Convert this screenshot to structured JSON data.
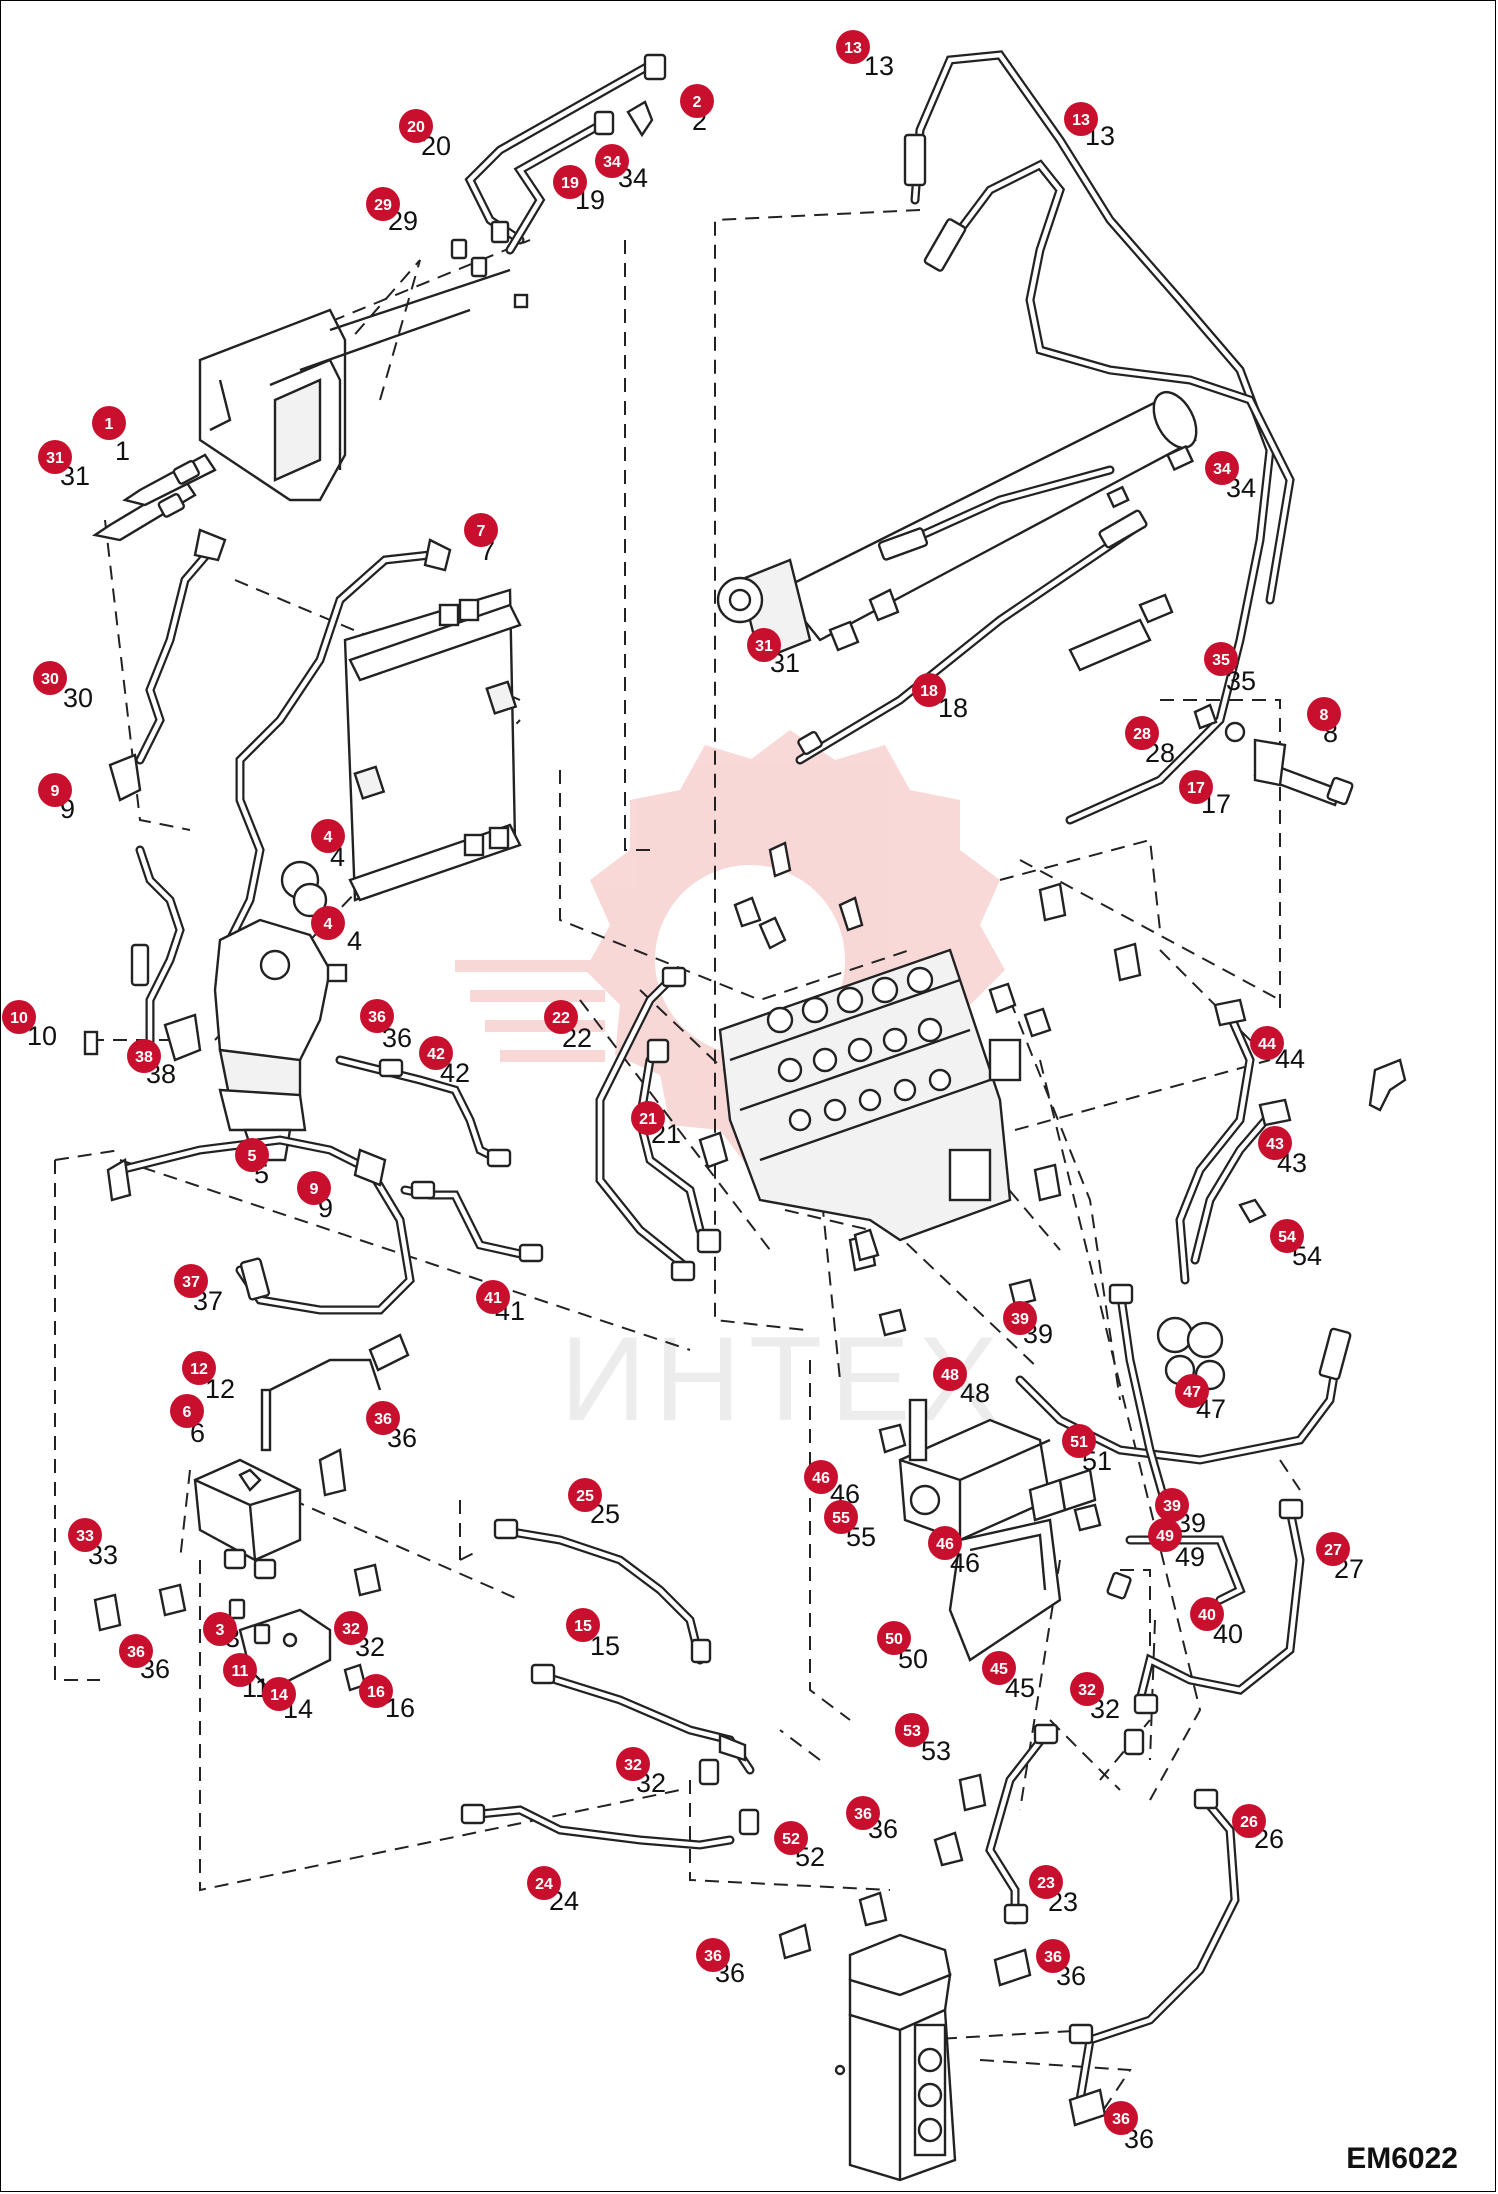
{
  "drawing_code": "EM6022",
  "watermark": {
    "text": "ИНТЕХ",
    "color": "#dddddd",
    "gear_color": "#f4b8b8"
  },
  "badge_color": "#c8102e",
  "callouts": [
    "13",
    "13",
    "2",
    "20",
    "34",
    "19",
    "29",
    "1",
    "31",
    "34",
    "7",
    "31",
    "30",
    "18",
    "35",
    "28",
    "8",
    "17",
    "9",
    "4",
    "4",
    "10",
    "36",
    "42",
    "22",
    "38",
    "5",
    "9",
    "21",
    "44",
    "43",
    "54",
    "37",
    "41",
    "39",
    "12",
    "48",
    "6",
    "36",
    "47",
    "51",
    "46",
    "55",
    "25",
    "39",
    "33",
    "46",
    "49",
    "40",
    "27",
    "3",
    "32",
    "36",
    "11",
    "14",
    "16",
    "50",
    "45",
    "15",
    "32",
    "32",
    "53",
    "26",
    "36",
    "52",
    "23",
    "24",
    "36",
    "36",
    "36"
  ]
}
